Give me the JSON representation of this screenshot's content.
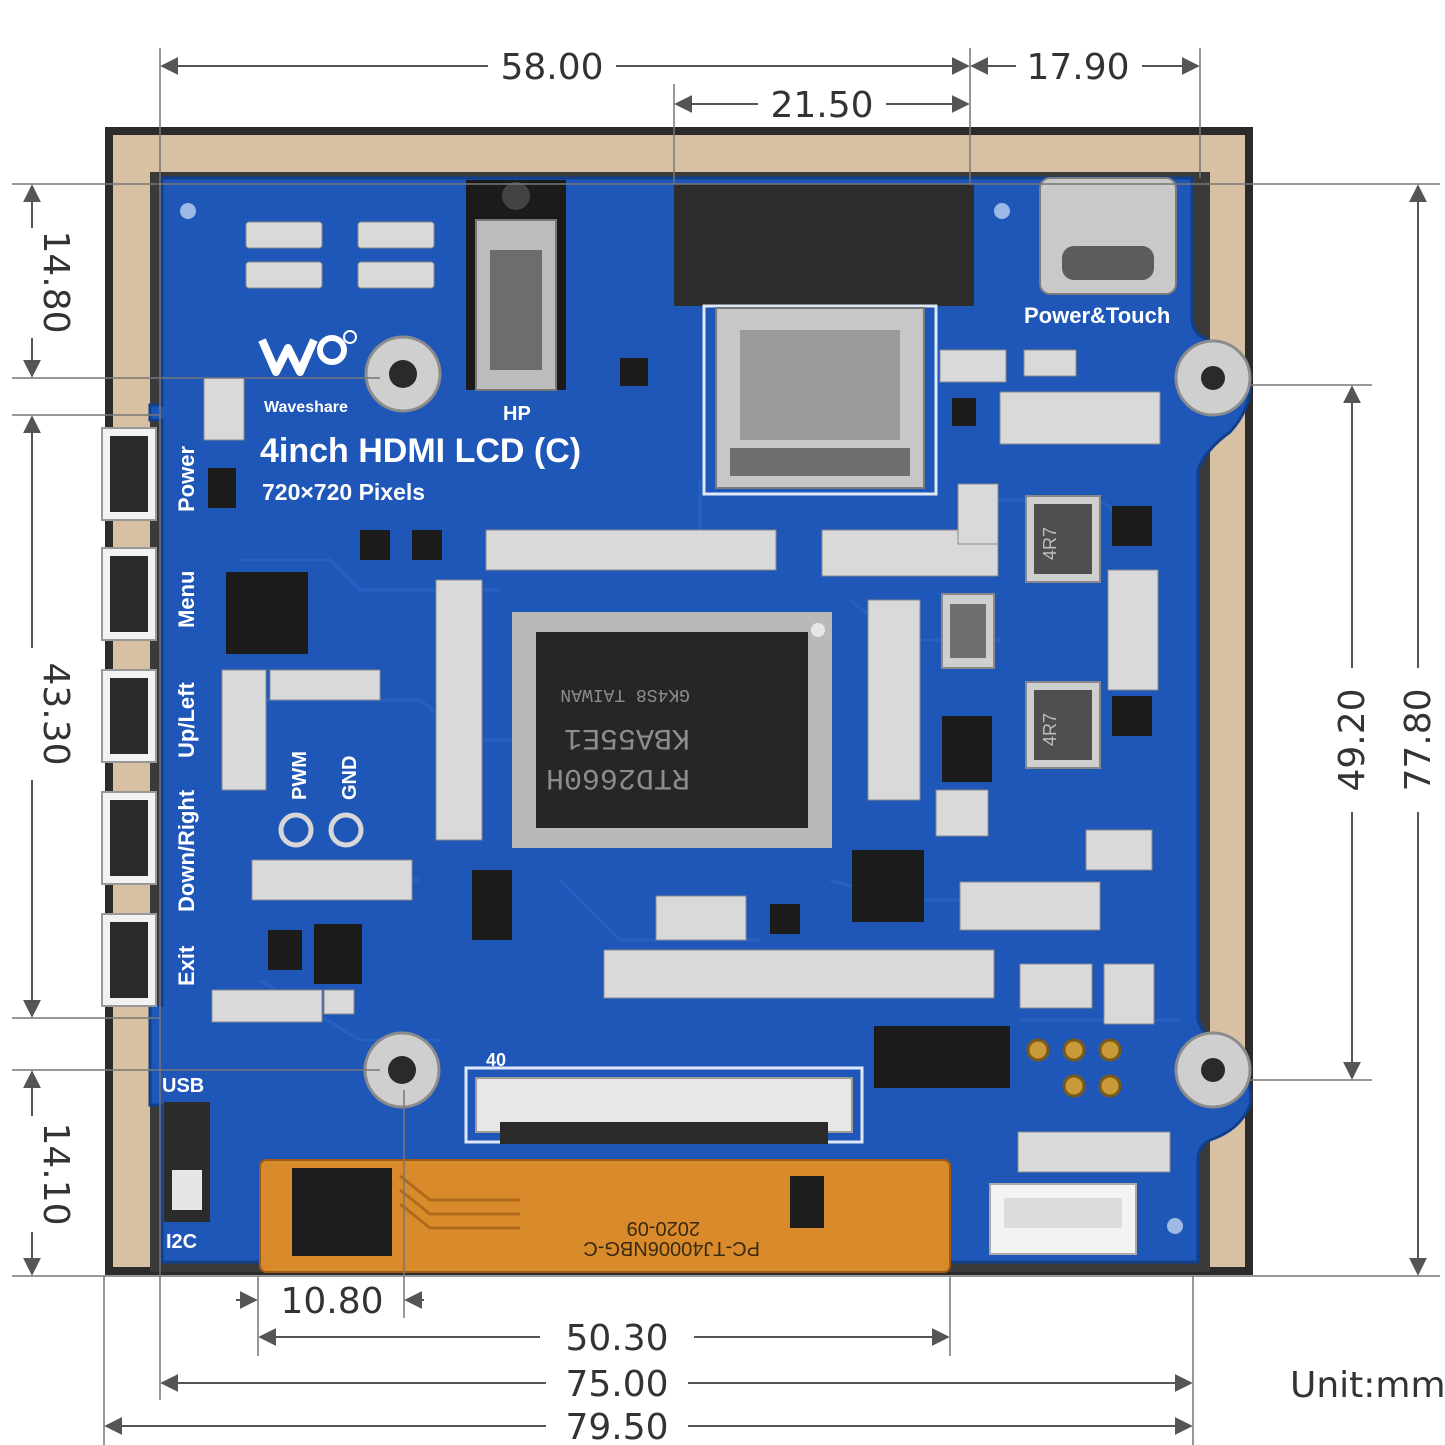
{
  "unit_label": "Unit:mm",
  "dimensions": {
    "top_left_width": "58.00",
    "top_right_width": "17.90",
    "hdmi_width": "21.50",
    "left_top_height": "14.80",
    "left_buttons_height": "43.30",
    "left_bottom_height": "14.10",
    "right_holes_height": "49.20",
    "right_total_height": "77.80",
    "bottom_hole_offset": "10.80",
    "bottom_fpc_width": "50.30",
    "bottom_pcb_width": "75.00",
    "bottom_total_width": "79.50"
  },
  "board": {
    "brand": "Waveshare",
    "title": "4inch HDMI LCD (C)",
    "subtitle": "720×720 Pixels",
    "power_touch_label": "Power&Touch",
    "hp_label": "HP",
    "pwm_label": "PWM",
    "gnd_label": "GND",
    "usb_label": "USB",
    "i2c_label": "I2C",
    "fpc_pin_label": "40",
    "chip_line1": "RTD2660H",
    "chip_line2": "KBA55E1",
    "chip_line3": "GK4S8 TAIWAN",
    "inductor_label": "4R7",
    "fpc_code": "PC-TJ40006NBG-C",
    "fpc_date": "2020-09",
    "buttons": [
      "Power",
      "Menu",
      "Up/Left",
      "Down/Right",
      "Exit"
    ]
  },
  "colors": {
    "pcb": "#1f57b8",
    "pcb_dark": "#17459a",
    "frame": "#d8c0a2",
    "fpc": "#d98a2a"
  }
}
